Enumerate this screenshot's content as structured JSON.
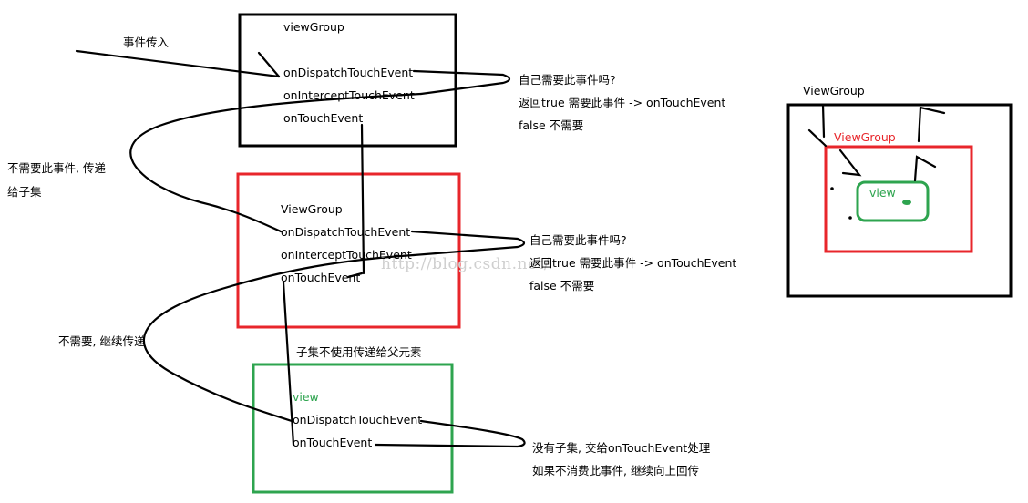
{
  "annotations": {
    "event_in": "事件传入",
    "not_needed_pass": "不需要此事件, 传递",
    "pass_to_children": "给子集",
    "not_needed_continue": "不需要, 继续传递",
    "child_not_pass_parent": "子集不使用传递给父元素"
  },
  "box1": {
    "title": "viewGroup",
    "dispatch": "onDispatchTouchEvent",
    "intercept": "onInterceptTouchEvent",
    "touch": "onTouchEvent"
  },
  "box2": {
    "title": "ViewGroup",
    "dispatch": "onDispatchTouchEvent",
    "intercept": "onInterceptTouchEvent",
    "touch": "onTouchEvent"
  },
  "box3": {
    "title": "view",
    "dispatch": "onDispatchTouchEvent",
    "touch": "onTouchEvent"
  },
  "notes1": {
    "q": "自己需要此事件吗?",
    "yes": "返回true 需要此事件 -> onTouchEvent",
    "no": "false 不需要"
  },
  "notes2": {
    "q": "自己需要此事件吗?",
    "yes": "返回true 需要此事件 -> onTouchEvent",
    "no": "false 不需要"
  },
  "notes3": {
    "line1": "没有子集, 交给onTouchEvent处理",
    "line2": "如果不消费此事件, 继续向上回传"
  },
  "mini": {
    "outer": "ViewGroup",
    "middle": "ViewGroup",
    "inner": "view"
  },
  "watermark": "http://blog.csdn.net/",
  "colors": {
    "black": "#000000",
    "red": "#e8262b",
    "green": "#2ea44f"
  }
}
